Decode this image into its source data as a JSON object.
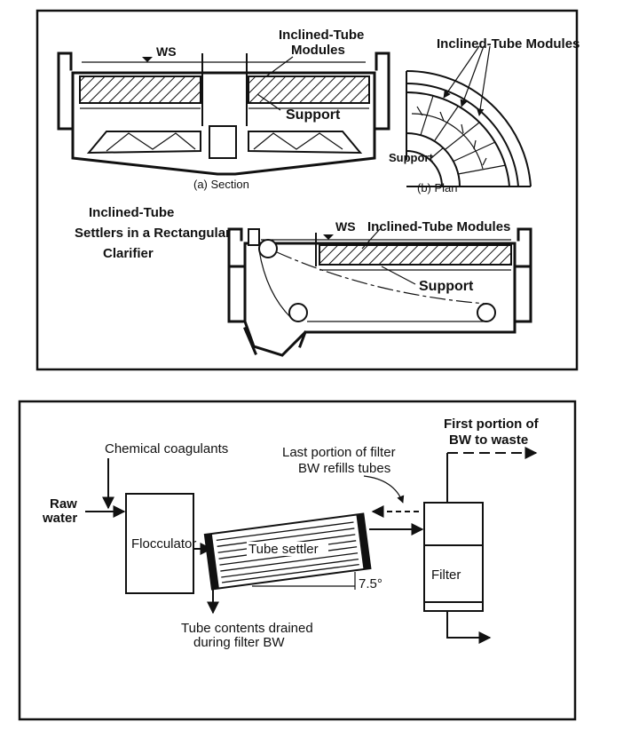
{
  "figure1": {
    "section": {
      "ws_label": "WS",
      "modules_label_line1": "Inclined-Tube",
      "modules_label_line2": "Modules",
      "support_label": "Support",
      "caption": "(a) Section"
    },
    "plan": {
      "modules_label": "Inclined-Tube Modules",
      "support_label": "Support",
      "caption": "(b) Plan"
    },
    "rectangular": {
      "title_line1": "Inclined-Tube",
      "title_line2": "Settlers in a Rectangular",
      "title_line3": "Clarifier",
      "ws_label": "WS",
      "modules_label": "Inclined-Tube Modules",
      "support_label": "Support"
    }
  },
  "figure2": {
    "chemical_label": "Chemical coagulants",
    "raw_label_line1": "Raw",
    "raw_label_line2": "water",
    "flocculator_label": "Flocculator",
    "tube_settler_label": "Tube settler",
    "angle_label": "7.5°",
    "drain_label_line1": "Tube contents drained",
    "drain_label_line2": "during filter BW",
    "refill_label_line1": "Last portion of filter",
    "refill_label_line2": "BW refills tubes",
    "waste_label_line1": "First portion of",
    "waste_label_line2": "BW to waste",
    "filter_label": "Filter"
  }
}
